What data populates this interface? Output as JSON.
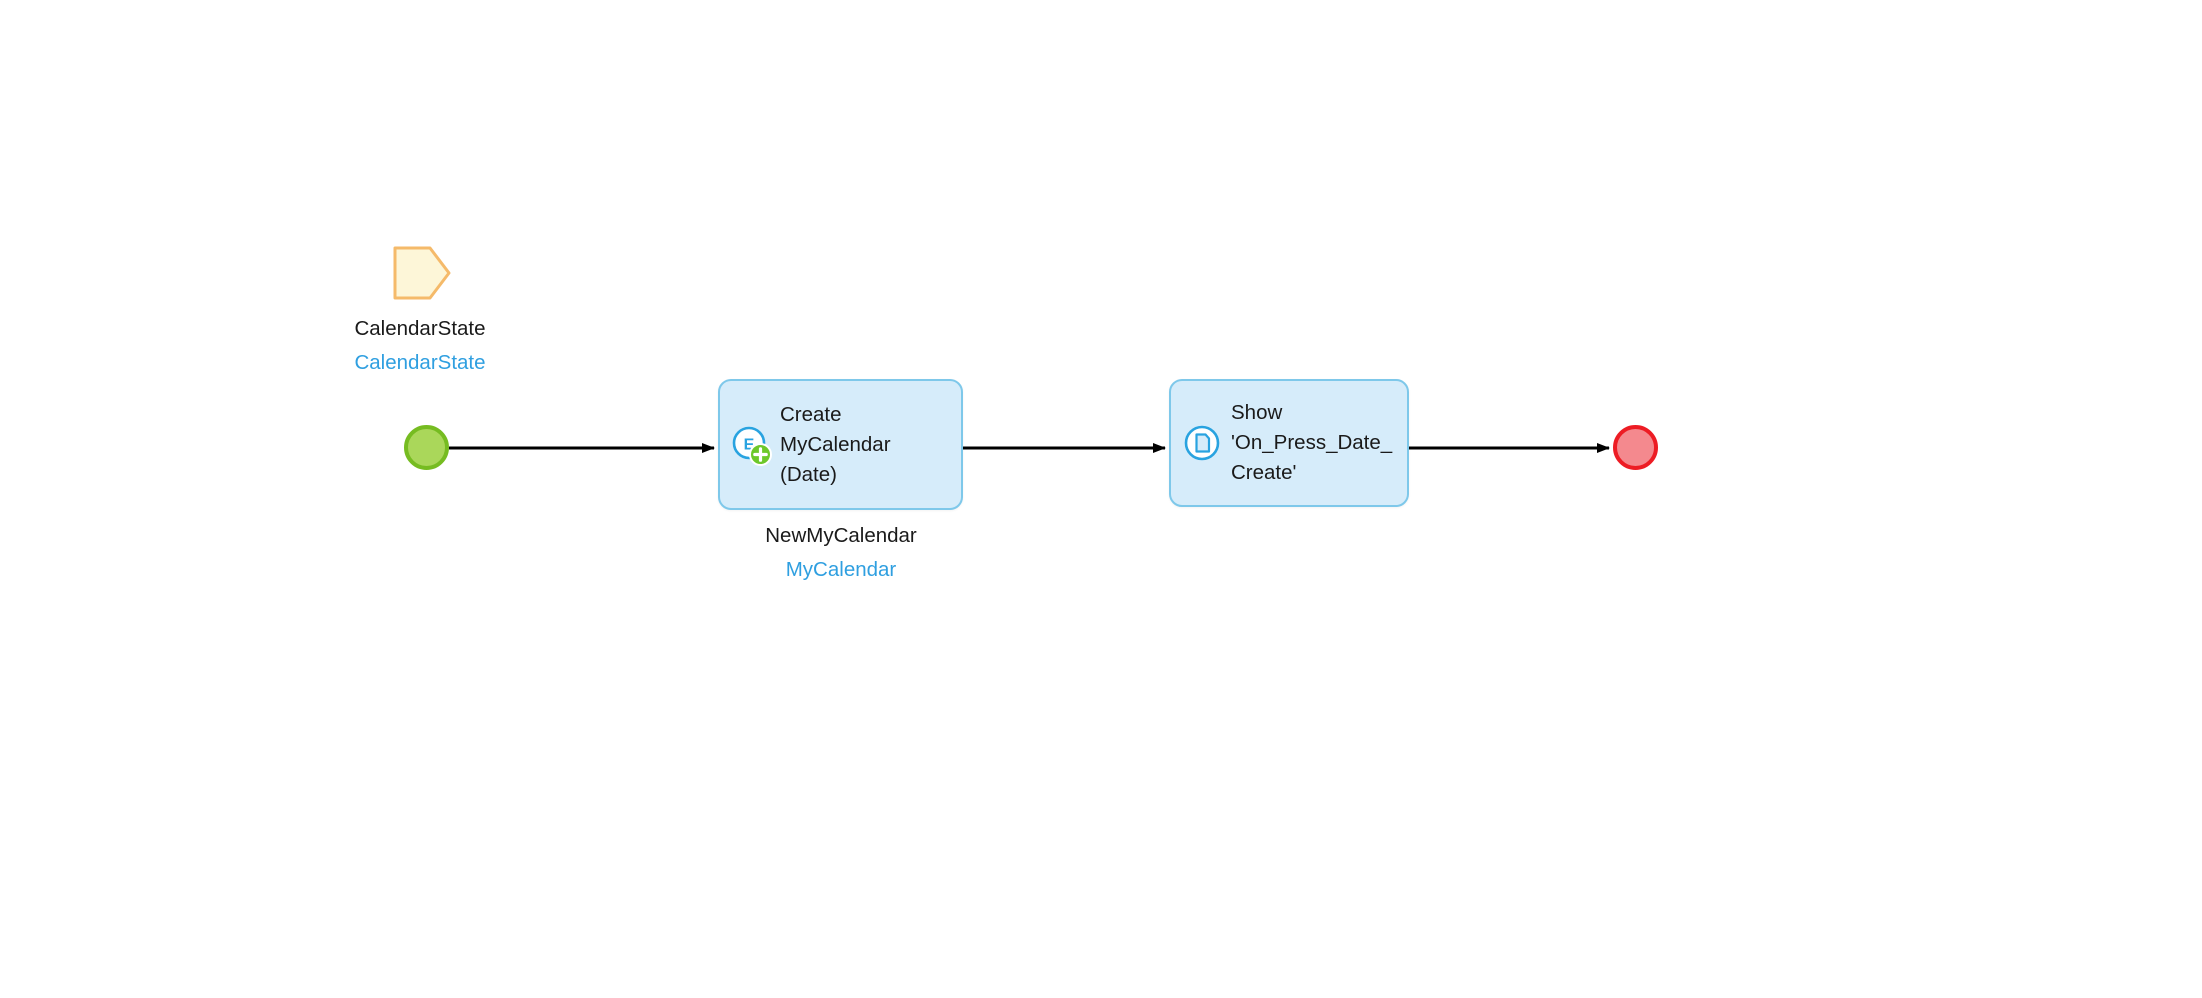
{
  "diagram": {
    "type": "action-flow",
    "background": "#ffffff",
    "nodes": [
      {
        "id": "calendar-state",
        "kind": "state-shape",
        "icon": "state-pentagon-icon",
        "caption_name": "CalendarState",
        "caption_type": "CalendarState",
        "fill": "#fdf6d8",
        "border": "#f5ba6a"
      },
      {
        "id": "start",
        "kind": "start-terminator",
        "icon": "start-circle-icon",
        "fill": "#aad75a",
        "border": "#76bc21"
      },
      {
        "id": "create-mycalendar",
        "kind": "action-box",
        "icon": "entity-create-icon",
        "label": "Create\nMyCalendar\n(Date)",
        "caption_name": "NewMyCalendar",
        "caption_type": "MyCalendar",
        "fill": "#d6ecfa",
        "border": "#7ec8ea"
      },
      {
        "id": "show-message",
        "kind": "action-box",
        "icon": "message-document-icon",
        "label": "Show\n'On_Press_Date_\nCreate'",
        "fill": "#d6ecfa",
        "border": "#7ec8ea"
      },
      {
        "id": "end",
        "kind": "end-terminator",
        "icon": "end-circle-icon",
        "fill": "#f4898e",
        "border": "#ed1c24"
      }
    ],
    "edges": [
      {
        "id": "edge-start-create",
        "from": "start",
        "to": "create-mycalendar",
        "color": "#000000"
      },
      {
        "id": "edge-create-show",
        "from": "create-mycalendar",
        "to": "show-message",
        "color": "#000000"
      },
      {
        "id": "edge-show-end",
        "from": "show-message",
        "to": "end",
        "color": "#000000"
      }
    ],
    "colors": {
      "text_primary": "#1a1a1a",
      "text_link": "#2f9fe0",
      "node_fill": "#d6ecfa",
      "node_border": "#7ec8ea",
      "state_fill": "#fdf6d8",
      "state_border": "#f5ba6a",
      "start_fill": "#aad75a",
      "start_border": "#76bc21",
      "end_fill": "#f4898e",
      "end_border": "#ed1c24",
      "edge": "#000000",
      "icon_blue": "#29a3e0",
      "badge_green": "#6dc82a"
    }
  }
}
